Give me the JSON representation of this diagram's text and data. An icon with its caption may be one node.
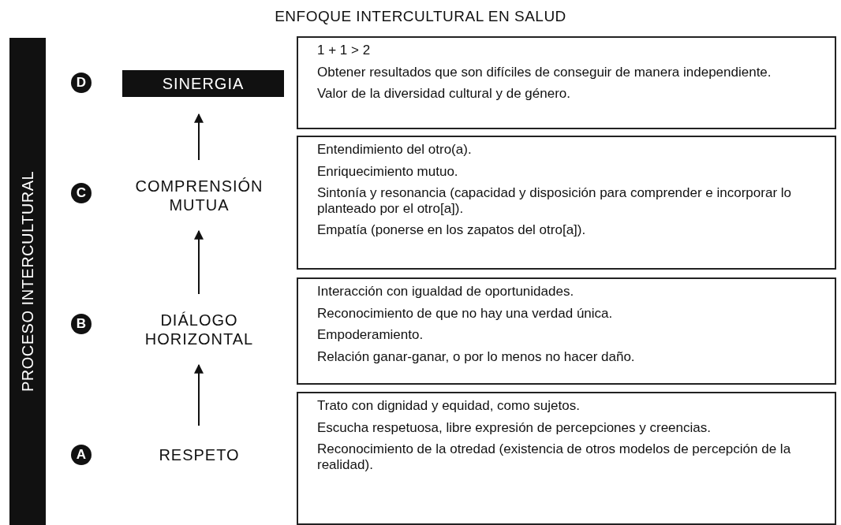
{
  "diagram": {
    "title": "ENFOQUE INTERCULTURAL EN SALUD",
    "nodes": [
      {
        "text": [
          "PROCESO INTERCULTURAL"
        ]
      },
      {
        "text": [
          "D"
        ]
      },
      {
        "text": [
          "SINERGIA"
        ]
      },
      {
        "text": [
          "1 + 1 > 2",
          "Obtener resultados que son difíciles de conseguir de manera independiente.",
          "Valor de la diversidad cultural y de género."
        ]
      },
      {
        "text": [
          "C"
        ]
      },
      {
        "text": [
          "COMPRENSIÓN MUTUA"
        ]
      },
      {
        "text": [
          "Entendimiento del otro(a).",
          "Enriquecimiento mutuo.",
          "Sintonía y resonancia (capacidad y disposición para comprender e incorporar lo planteado por el otro[a]).",
          "Empatía (ponerse en los zapatos del otro[a])."
        ]
      },
      {
        "text": [
          "B"
        ]
      },
      {
        "text": [
          "DIÁLOGO HORIZONTAL"
        ]
      },
      {
        "text": [
          "Interacción con igualdad de oportunidades.",
          "Reconocimiento de que no hay una verdad única.",
          "Empoderamiento.",
          "Relación ganar-ganar, o por lo menos no hacer daño."
        ]
      },
      {
        "text": [
          "A"
        ]
      },
      {
        "text": [
          "RESPETO"
        ]
      },
      {
        "text": [
          "Trato con dignidad y equidad, como sujetos.",
          "Escucha respetuosa, libre expresión de percepciones y creencias.",
          "Reconocimiento de la otredad (existencia de otros modelos de percepción de la realidad)."
        ]
      }
    ],
    "edges": [
      {
        "from": 11,
        "to": 8,
        "arrow": "to"
      },
      {
        "from": 8,
        "to": 5,
        "arrow": "to"
      },
      {
        "from": 5,
        "to": 2,
        "arrow": "to"
      }
    ]
  }
}
